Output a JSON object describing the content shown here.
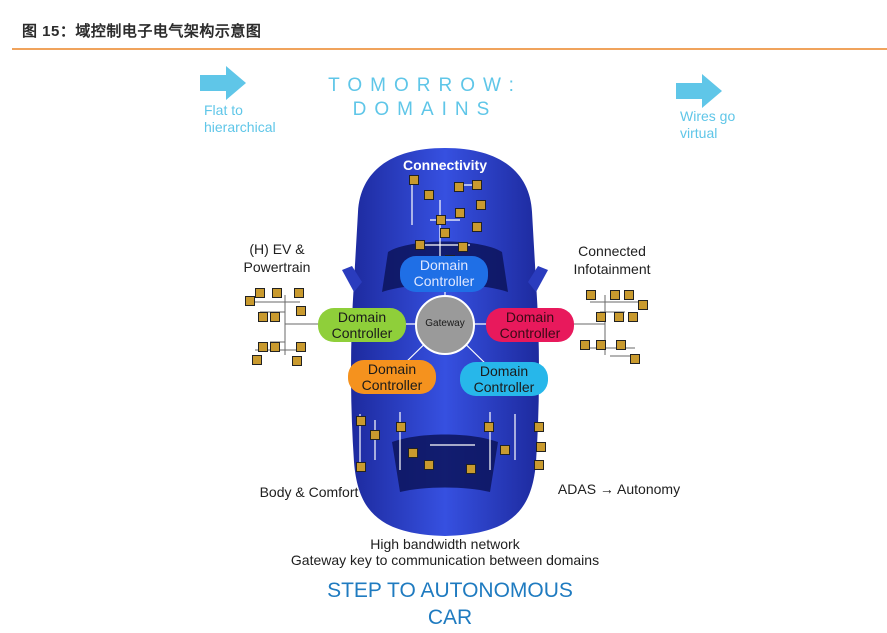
{
  "figure": {
    "title": "图 15：域控制电子电气架构示意图"
  },
  "headline": {
    "line1": "TOMORROW:",
    "line2": "DOMAINS"
  },
  "notes": {
    "left": {
      "line1": "Flat to",
      "line2": "hierarchical"
    },
    "right": {
      "line1": "Wires go",
      "line2": "virtual"
    }
  },
  "labels": {
    "connectivity": "Connectivity",
    "ev_line1": "(H) EV &",
    "ev_line2": "Powertrain",
    "infotainment_line1": "Connected",
    "infotainment_line2": "Infotainment",
    "body": "Body & Comfort",
    "adas": "ADAS → Autonomy"
  },
  "domains": [
    {
      "id": "top",
      "line1": "Domain",
      "line2": "Controller",
      "color": "#1f6fe6"
    },
    {
      "id": "left",
      "line1": "Domain",
      "line2": "Controller",
      "color": "#8fcf3a"
    },
    {
      "id": "right",
      "line1": "Domain",
      "line2": "Controller",
      "color": "#e8195c"
    },
    {
      "id": "bottom-left",
      "line1": "Domain",
      "line2": "Controller",
      "color": "#f5921e"
    },
    {
      "id": "bottom-right",
      "line1": "Domain",
      "line2": "Controller",
      "color": "#27b7ea"
    }
  ],
  "gateway": {
    "label": "Gateway",
    "color": "#9a9a9a"
  },
  "footnote": {
    "line1": "High bandwidth network",
    "line2": "Gateway key to communication between domains"
  },
  "bottom_title": {
    "line1": "STEP TO AUTONOMOUS",
    "line2": "CAR"
  },
  "colors": {
    "arrow": "#5fc6e8",
    "car_body": "#2b3fc9",
    "rule": "#f0a35c",
    "node": "#c99a2e"
  }
}
